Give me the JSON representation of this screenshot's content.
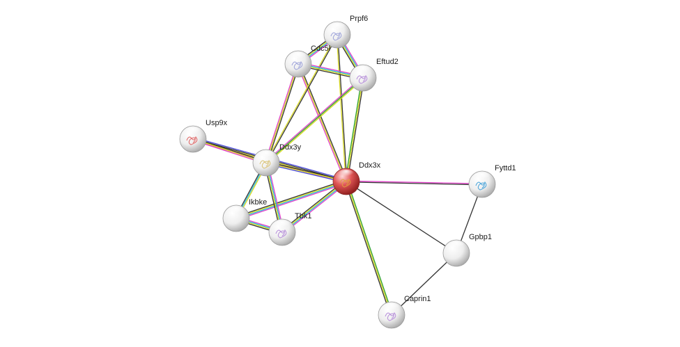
{
  "network": {
    "colors": {
      "query_node": "#e05656",
      "node": "#eeeeee",
      "edge_magenta": "#e040c8",
      "edge_green": "#2ca02c",
      "edge_cyan": "#22b8d8",
      "edge_yellow": "#d8d820",
      "edge_black": "#333333",
      "edge_blue": "#4a4ad8"
    },
    "nodes": [
      {
        "id": "Prpf6",
        "label": "Prpf6",
        "query": false,
        "structure_color": "#9aa0d8"
      },
      {
        "id": "Cdc5l",
        "label": "Cdc5l",
        "query": false,
        "structure_color": "#9aa0d8"
      },
      {
        "id": "Eftud2",
        "label": "Eftud2",
        "query": false,
        "structure_color": "#b48ad8"
      },
      {
        "id": "Usp9x",
        "label": "Usp9x",
        "query": false,
        "structure_color": "#e06060"
      },
      {
        "id": "Ddx3y",
        "label": "Ddx3y",
        "query": false,
        "structure_color": "#d8c070"
      },
      {
        "id": "Ddx3x",
        "label": "Ddx3x",
        "query": true,
        "structure_color": "#e0a040"
      },
      {
        "id": "Fyttd1",
        "label": "Fyttd1",
        "query": false,
        "structure_color": "#40a0d8"
      },
      {
        "id": "Ikbke",
        "label": "Ikbke",
        "query": false,
        "structure_color": ""
      },
      {
        "id": "Tbk1",
        "label": "Tbk1",
        "query": false,
        "structure_color": "#b48ad8"
      },
      {
        "id": "Gpbp1",
        "label": "Gpbp1",
        "query": false,
        "structure_color": ""
      },
      {
        "id": "Caprin1",
        "label": "Caprin1",
        "query": false,
        "structure_color": "#b48ad8"
      }
    ],
    "edges": [
      {
        "source": "Ddx3x",
        "target": "Prpf6",
        "types": [
          "yellow",
          "black"
        ]
      },
      {
        "source": "Ddx3x",
        "target": "Cdc5l",
        "types": [
          "magenta",
          "yellow",
          "black"
        ]
      },
      {
        "source": "Ddx3x",
        "target": "Eftud2",
        "types": [
          "green",
          "yellow",
          "black"
        ]
      },
      {
        "source": "Ddx3x",
        "target": "Usp9x",
        "types": [
          "magenta",
          "yellow",
          "black",
          "blue"
        ]
      },
      {
        "source": "Ddx3x",
        "target": "Ddx3y",
        "types": [
          "blue",
          "yellow",
          "black"
        ]
      },
      {
        "source": "Ddx3x",
        "target": "Fyttd1",
        "types": [
          "magenta",
          "black"
        ]
      },
      {
        "source": "Ddx3x",
        "target": "Ikbke",
        "types": [
          "magenta",
          "cyan",
          "yellow",
          "black"
        ]
      },
      {
        "source": "Ddx3x",
        "target": "Tbk1",
        "types": [
          "magenta",
          "cyan",
          "yellow",
          "black"
        ]
      },
      {
        "source": "Ddx3x",
        "target": "Gpbp1",
        "types": [
          "black"
        ]
      },
      {
        "source": "Ddx3x",
        "target": "Caprin1",
        "types": [
          "green",
          "yellow",
          "black"
        ]
      },
      {
        "source": "Ddx3y",
        "target": "Prpf6",
        "types": [
          "yellow",
          "black"
        ]
      },
      {
        "source": "Ddx3y",
        "target": "Cdc5l",
        "types": [
          "magenta",
          "yellow",
          "black"
        ]
      },
      {
        "source": "Ddx3y",
        "target": "Eftud2",
        "types": [
          "magenta",
          "green",
          "yellow"
        ]
      },
      {
        "source": "Ddx3y",
        "target": "Usp9x",
        "types": [
          "magenta",
          "yellow",
          "black"
        ]
      },
      {
        "source": "Ddx3y",
        "target": "Ikbke",
        "types": [
          "yellow",
          "cyan",
          "black"
        ]
      },
      {
        "source": "Ddx3y",
        "target": "Tbk1",
        "types": [
          "magenta",
          "cyan",
          "yellow",
          "black"
        ]
      },
      {
        "source": "Prpf6",
        "target": "Cdc5l",
        "types": [
          "magenta",
          "cyan",
          "yellow",
          "black"
        ]
      },
      {
        "source": "Prpf6",
        "target": "Eftud2",
        "types": [
          "magenta",
          "cyan",
          "yellow",
          "black"
        ]
      },
      {
        "source": "Cdc5l",
        "target": "Eftud2",
        "types": [
          "magenta",
          "cyan",
          "yellow",
          "black"
        ]
      },
      {
        "source": "Ikbke",
        "target": "Tbk1",
        "types": [
          "magenta",
          "cyan",
          "yellow",
          "black"
        ]
      },
      {
        "source": "Fyttd1",
        "target": "Gpbp1",
        "types": [
          "black"
        ]
      },
      {
        "source": "Gpbp1",
        "target": "Caprin1",
        "types": [
          "black"
        ]
      }
    ]
  }
}
